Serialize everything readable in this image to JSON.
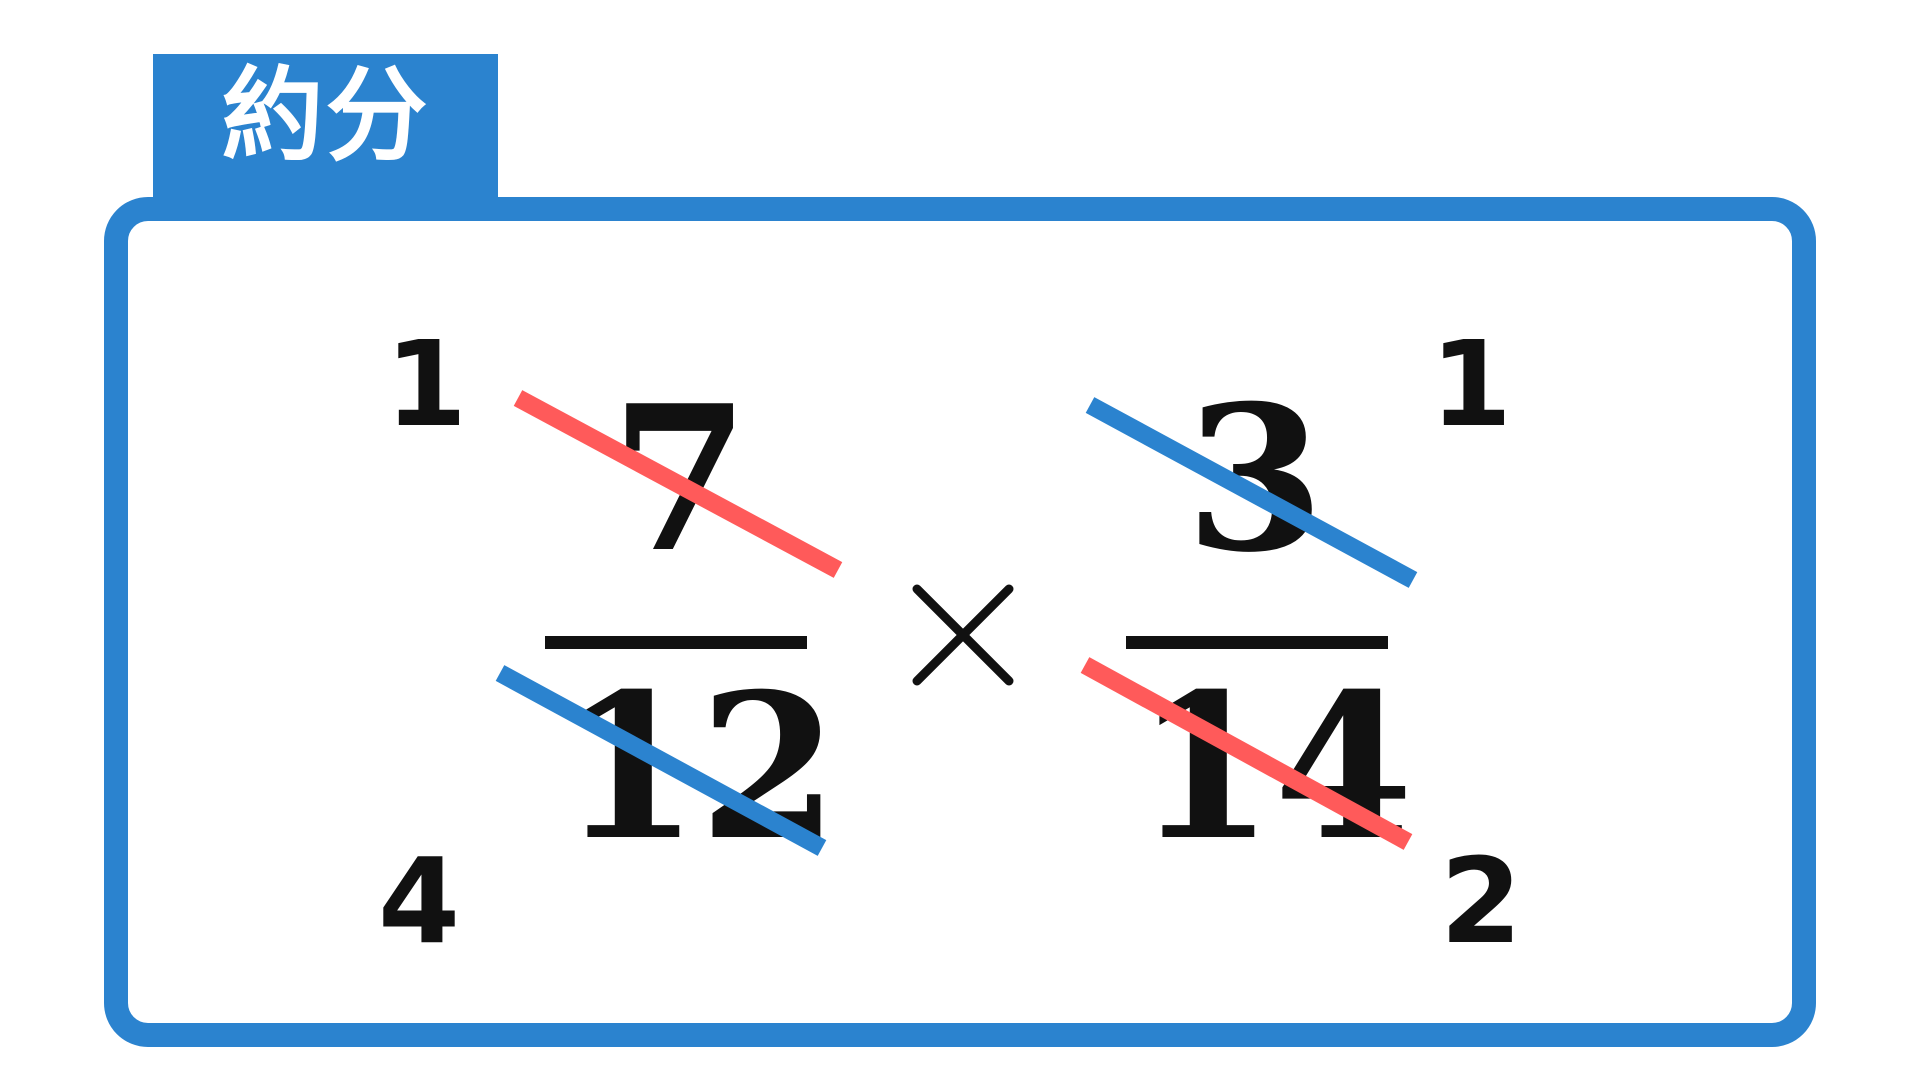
{
  "title": "約分",
  "expression": {
    "left_fraction": {
      "numerator": "7",
      "denominator": "12"
    },
    "operator": "×",
    "right_fraction": {
      "numerator": "3",
      "denominator": "14"
    }
  },
  "annotations": {
    "left_top": "1",
    "left_bottom": "4",
    "right_top": "1",
    "right_bottom": "2"
  },
  "colors": {
    "frame": "#2b83cf",
    "strike_red": "#ff5a5a",
    "strike_blue": "#2b83cf",
    "text": "#111111"
  }
}
